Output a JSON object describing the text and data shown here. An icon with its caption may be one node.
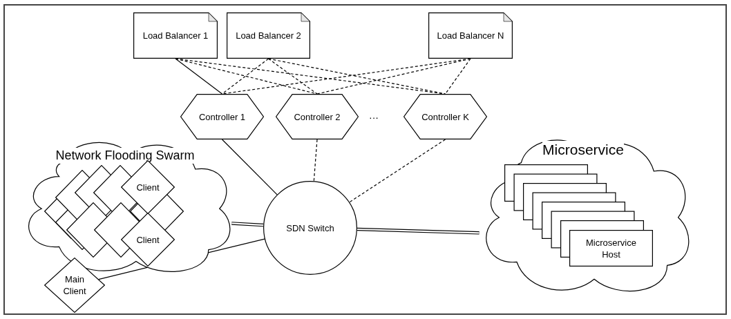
{
  "diagram": {
    "nodes": [
      {
        "text": [
          "Load Balancer 1"
        ]
      },
      {
        "text": [
          "Load Balancer 2"
        ]
      },
      {
        "text": [
          "Load Balancer N"
        ]
      },
      {
        "text": [
          "Controller 1"
        ]
      },
      {
        "text": [
          "Controller 2"
        ]
      },
      {
        "text": [
          "Controller K"
        ]
      },
      {
        "text": [
          "Network Flooding Swarm"
        ]
      },
      {
        "text": [
          "Client"
        ],
        "in": 6
      },
      {
        "text": [
          "Client"
        ],
        "in": 6
      },
      {
        "text": [
          "SDN Switch"
        ]
      },
      {
        "text": [
          "Microservice"
        ]
      },
      {
        "text": [
          "Microservice Host"
        ],
        "in": 10
      },
      {
        "text": [
          "Main Client"
        ]
      }
    ],
    "edges": [
      {
        "from": 0,
        "to": 3,
        "arrow": "none"
      },
      {
        "from": 0,
        "to": 4,
        "arrow": "none",
        "style": "dashed"
      },
      {
        "from": 0,
        "to": 5,
        "arrow": "none",
        "style": "dashed"
      },
      {
        "from": 1,
        "to": 3,
        "arrow": "none",
        "style": "dashed"
      },
      {
        "from": 1,
        "to": 4,
        "arrow": "none",
        "style": "dashed"
      },
      {
        "from": 1,
        "to": 5,
        "arrow": "none",
        "style": "dashed"
      },
      {
        "from": 2,
        "to": 3,
        "arrow": "none",
        "style": "dashed"
      },
      {
        "from": 2,
        "to": 4,
        "arrow": "none",
        "style": "dashed"
      },
      {
        "from": 2,
        "to": 5,
        "arrow": "none",
        "style": "dashed"
      },
      {
        "from": 3,
        "to": 9,
        "arrow": "none"
      },
      {
        "from": 4,
        "to": 9,
        "arrow": "none",
        "style": "dashed"
      },
      {
        "from": 5,
        "to": 9,
        "arrow": "none",
        "style": "dashed"
      },
      {
        "from": 6,
        "to": 9,
        "arrow": "none",
        "style": "thick"
      },
      {
        "from": 9,
        "to": 10,
        "arrow": "none",
        "style": "thick"
      },
      {
        "from": 12,
        "to": 9,
        "arrow": "none"
      }
    ],
    "labels": [
      "···"
    ]
  }
}
